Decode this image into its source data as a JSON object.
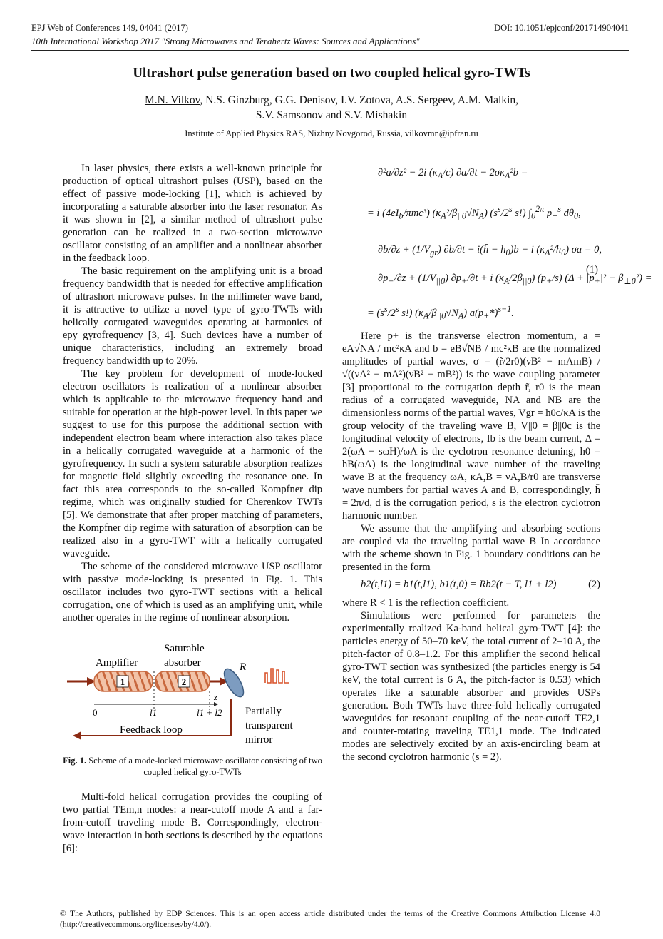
{
  "header": {
    "journal": "EPJ Web of Conferences 149, 04041 (2017)",
    "doi": "DOI: 10.1051/epjconf/201714904041",
    "workshop": "10th International Workshop 2017 \"Strong Microwaves and Terahertz Waves: Sources and Applications\""
  },
  "title": "Ultrashort pulse generation based on two coupled helical gyro-TWTs",
  "authors": {
    "presenting": "M.N. Vilkov",
    "rest_line1": ", N.S. Ginzburg, G.G. Denisov, I.V. Zotova, A.S. Sergeev, A.M. Malkin,",
    "line2": "S.V. Samsonov and S.V. Mishakin"
  },
  "affiliation": "Institute of Applied Physics RAS, Nizhny Novgorod, Russia, vilkovmn@ipfran.ru",
  "left_paragraphs": [
    "In laser physics, there exists a well-known principle for production of optical ultrashort pulses (USP), based on the effect of passive mode-locking [1], which is achieved by incorporating a saturable absorber into the laser resonator. As it was shown in [2], a similar method of ultrashort pulse generation can be realized in a two-section microwave oscillator consisting of an amplifier and a nonlinear absorber in the feedback loop.",
    "The basic requirement on the amplifying unit is a broad frequency bandwidth that is needed for effective amplification of ultrashort microwave pulses. In the millimeter wave band, it is attractive to utilize a novel type of gyro-TWTs with helically corrugated waveguides operating at harmonics of epy gyrofrequency [3, 4]. Such devices have a number of unique characteristics, including an extremely broad frequency bandwidth up to 20%.",
    "The key problem for development of mode-locked electron oscillators is realization of a nonlinear absorber which is applicable to the microwave frequency band and suitable for operation at the high-power level. In this paper we suggest to use for this purpose the additional section with independent electron beam where interaction also takes place in a helically corrugated waveguide at a harmonic of the gyrofrequency. In such a system saturable absorption realizes for magnetic field slightly exceeding the resonance one. In fact this area corresponds to the so-called Kompfner dip regime, which was originally studied for Cherenkov TWTs [5]. We demonstrate that after proper matching of parameters, the Kompfner dip regime with saturation of absorption can be realized also in a gyro-TWT with a helically corrugated waveguide.",
    "The scheme of the considered microwave USP oscillator with passive mode-locking is presented in Fig. 1. This oscillator includes two gyro-TWT sections with a helical corrugation, one of which is used as an amplifying unit, while another operates in the regime of nonlinear absorption."
  ],
  "figure": {
    "labels": {
      "saturable": "Saturable",
      "absorber": "absorber",
      "amplifier": "Amplifier",
      "R": "R",
      "num1": "1",
      "num2": "2",
      "z": "z",
      "zero": "0",
      "l1": "l1",
      "l1l2": "l1 + l2",
      "partially": "Partially",
      "transparent": "transparent",
      "mirror": "mirror",
      "feedback": "Feedback loop"
    },
    "caption_bold": "Fig. 1.",
    "caption_text": " Scheme of a mode-locked microwave oscillator consisting of two coupled helical gyro-TWTs"
  },
  "left_bottom_paragraph": "Multi-fold helical corrugation provides the coupling of two partial TEm,n modes: a near-cutoff mode A and a far-from-cutoff traveling mode B. Correspondingly, electron-wave interaction in both sections is described by the equations [6]:",
  "equations": {
    "eq1_number": "(1)",
    "eq2_text": "b2(t,l1) = b1(t,l1), b1(t,0) = Rb2(t − T, l1 + l2)",
    "eq2_number": "(2)"
  },
  "right_paragraphs": [
    "Here p+ is the transverse electron momentum, a = eA√NA / mc²κA and b = eB√NB / mc²κB are the normalized amplitudes of partial waves, σ = (r̃/2r0)(νB² − mAmB) / √((νA² − mA²)(νB² − mB²)) is the wave coupling parameter [3] proportional to the corrugation depth r̃, r0 is the mean radius of a corrugated waveguide, NA and NB are the dimensionless norms of the partial waves, Vgr = h0c/κA is the group velocity of the traveling wave B, V||0 = β||0c is the longitudinal velocity of electrons, Ib is the beam current, Δ = 2(ωA − sωH)/ωA is the cyclotron resonance detuning, h0 = hB(ωA) is the longitudinal wave number of the traveling wave B at the frequency ωA, κA,B = νA,B/r0 are transverse wave numbers for partial waves A and B, correspondingly, h̄ = 2π/d, d is the corrugation period, s is the electron cyclotron harmonic number.",
    "We assume that the amplifying and absorbing sections are coupled via the traveling partial wave B In accordance with the scheme shown in Fig. 1 boundary conditions can be presented in the form"
  ],
  "right_after_eq2": [
    "where R < 1 is the reflection coefficient.",
    "Simulations were performed for parameters the experimentally realized Ka-band helical gyro-TWT [4]: the particles energy of 50–70 keV, the total current of 2–10 A, the pitch-factor of 0.8–1.2. For this amplifier the second helical gyro-TWT section was synthesized (the particles energy is 54 keV, the total current is 6 A, the pitch-factor is 0.53) which operates like a saturable absorber and provides USPs generation. Both TWTs have three-fold helically corrugated waveguides for resonant coupling of the near-cutoff TE2,1 and counter-rotating traveling TE1,1 mode. The indicated modes are selectively excited by an axis-encircling beam at the second cyclotron harmonic (s = 2)."
  ],
  "footer": "© The Authors, published by EDP Sciences. This is an open access article distributed under the terms of the Creative Commons Attribution License 4.0 (http://creativecommons.org/licenses/by/4.0/).",
  "colors": {
    "helix": "#e8a27e",
    "arrow": "#8b2a12",
    "mirror": "#7d9cc0",
    "pulse": "#d9532b"
  }
}
